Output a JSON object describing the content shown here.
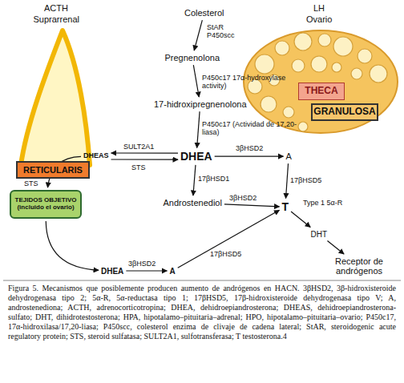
{
  "diagram": {
    "caption": "Figura 5. Mecanismos que posiblemente producen aumento de andrógenos en HACN. 3βHSD2, 3β-hidroxisteroide dehydrogenasa tipo 2; 5α-R, 5α-reductasa tipo 1; 17βHSD5, 17β-hidroxisteroide dehydrogenasa tipo V; A, androstenediona; ACTH, adrenocorticotropina; DHEA, dehidroepiandrosterona; DHEAS, dehidroepiandrosterona-sulfato; DHT, dihidrotestosterona; HPA, hipotalamo–pituitaria–adrenal; HPO, hipotalamo–pituitaria–ovario; P450c17, 17α-hidroxilasa/17,20-liasa; P450scc, colesterol enzima de clivaje de cadena lateral; StAR, steroidogenic acute regulatory protein; STS, steroid sulfatasa; SULT2A1, sulfotransferasa; T testosterona.4",
    "nodes": [
      {
        "text": [
          "Colesterol"
        ]
      },
      {
        "text": [
          "THECA"
        ]
      },
      {
        "text": [
          "GRANULOSA"
        ]
      },
      {
        "text": [
          "Pregnenolona"
        ]
      },
      {
        "text": [
          "17-hidroxipregnenolona"
        ]
      },
      {
        "text": [
          "DHEAS"
        ]
      },
      {
        "text": [
          "DHEA"
        ]
      },
      {
        "text": [
          "A"
        ]
      },
      {
        "text": [
          "RETICULARIS"
        ]
      },
      {
        "text": [
          "TEJIDOS OBJETIVO",
          "(incluido el ovario)"
        ]
      },
      {
        "text": [
          "Androstenediol"
        ]
      },
      {
        "text": [
          "T"
        ]
      },
      {
        "text": [
          "DHT"
        ]
      },
      {
        "text": [
          "Receptor de andrógenos"
        ]
      },
      {
        "text": [
          "DHEA"
        ]
      },
      {
        "text": [
          "A"
        ]
      }
    ],
    "edges": [
      {
        "from": 0,
        "to": 3,
        "label": "StAR P450scc",
        "arrow": "to"
      },
      {
        "from": 3,
        "to": 4,
        "label": "P450c17 17α-hydroxylase activity)",
        "arrow": "to"
      },
      {
        "from": 4,
        "to": 6,
        "label": "P450c17 (Actividad de 17,20-liasa)",
        "arrow": "to"
      },
      {
        "from": 6,
        "to": 5,
        "label": "SULT2A1",
        "arrow": "to"
      },
      {
        "from": 5,
        "to": 6,
        "label": "STS",
        "arrow": "to"
      },
      {
        "from": 6,
        "to": 7,
        "label": "3βHSD2",
        "arrow": "to"
      },
      {
        "from": 6,
        "to": 10,
        "label": "17βHSD1",
        "arrow": "to"
      },
      {
        "from": 7,
        "to": 11,
        "label": "17βHSD5",
        "arrow": "to"
      },
      {
        "from": 10,
        "to": 11,
        "label": "3βHSD2",
        "arrow": "to"
      },
      {
        "from": 11,
        "to": 12,
        "label": "Type 1 5α-R",
        "arrow": "to"
      },
      {
        "from": 12,
        "to": 13,
        "arrow": "to"
      },
      {
        "from": 5,
        "to": 9,
        "label": "STS",
        "arrow": "to"
      },
      {
        "from": 9,
        "to": 14,
        "arrow": "to"
      },
      {
        "from": 14,
        "to": 15,
        "label": "3βHSD2",
        "arrow": "to"
      },
      {
        "from": 15,
        "to": 11,
        "label": "17βHSD5",
        "arrow": "to"
      }
    ],
    "labels": [
      "ACTH",
      "Suprarrenal",
      "LH",
      "Ovario"
    ]
  }
}
